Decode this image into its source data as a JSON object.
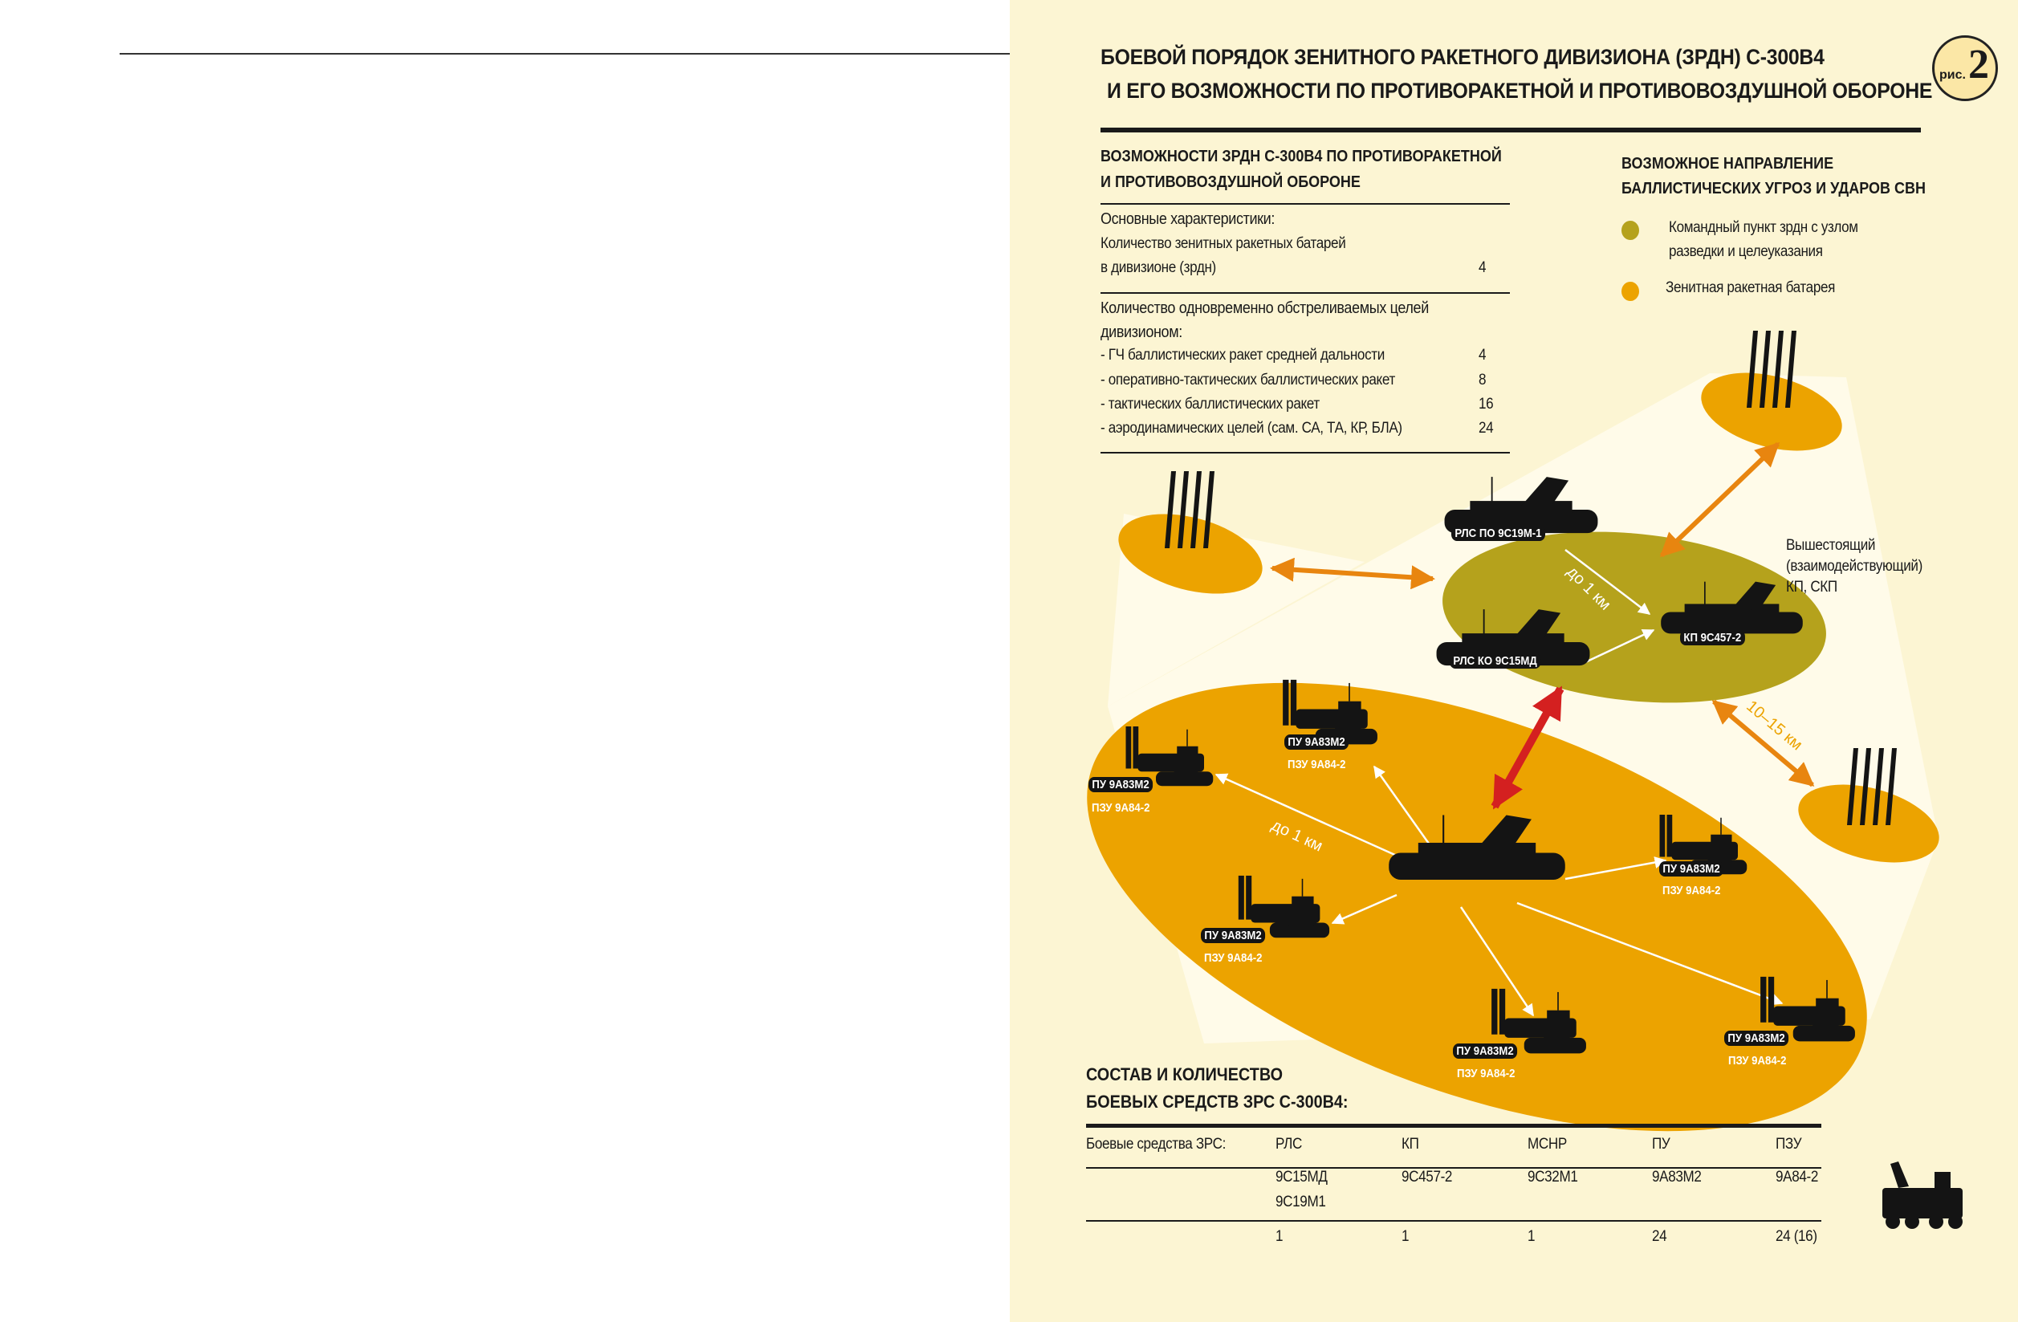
{
  "header": {
    "title_line1": "Боевой порядок зенитного ракетного дивизиона (зрдн) С-300В4",
    "title_line2": "и его возможности по противоракетной и противовоздушной обороне",
    "badge_prefix": "рис.",
    "badge_number": "2"
  },
  "capabilities": {
    "heading_line1": "Возможности зрдн С-300В4 по противоракетной",
    "heading_line2": "и противовоздушной обороне",
    "main_label": "Основные характеристики:",
    "batteries_line1": "Количество зенитных ракетных батарей",
    "batteries_line2": "в дивизионе (зрдн)",
    "batteries_value": "4",
    "targets_line1": "Количество одновременно обстреливаемых целей",
    "targets_line2": "дивизионом:",
    "targets": [
      {
        "label": "- ГЧ баллистических ракет средней дальности",
        "value": "4"
      },
      {
        "label": "- оперативно-тактических баллистических ракет",
        "value": "8"
      },
      {
        "label": "- тактических баллистических  ракет",
        "value": "16"
      },
      {
        "label": "- аэродинамических целей (сам. СА, ТА, КР, БЛА)",
        "value": "24"
      }
    ]
  },
  "legend": {
    "heading_line1": "Возможное направление",
    "heading_line2": "баллистических угроз и ударов СВН",
    "items": [
      {
        "label_line1": "Командный пункт зрдн с узлом",
        "label_line2": "разведки и целеуказания",
        "color": "#b5a21c"
      },
      {
        "label_line1": "Зенитная ракетная батарея",
        "label_line2": "",
        "color": "#eca300"
      }
    ]
  },
  "diagram": {
    "radar_po": "РЛС ПО 9С19М-1",
    "radar_ko": "РЛС КО 9С15МД",
    "cp": "КП 9С457-2",
    "higher_cp": [
      "Вышестоящий",
      "(взаимодействующий)",
      "КП, СКП"
    ],
    "dist_cp": "до 1 км",
    "dist_batt": "10–15 км",
    "dist_launch": "до 1 км",
    "pu": "ПУ 9А83М2",
    "pzu": "ПЗУ 9А84-2"
  },
  "composition": {
    "heading_line1": "Состав и количество",
    "heading_line2": "боевых средств ЗРС С-300В4:",
    "row_label": "Боевые средства ЗРС:",
    "columns": [
      {
        "type": "РЛС",
        "models": [
          "9С15МД",
          "9С19М1"
        ],
        "count": "1"
      },
      {
        "type": "КП",
        "models": [
          "9С457-2"
        ],
        "count": "1"
      },
      {
        "type": "МСНР",
        "models": [
          "9С32М1"
        ],
        "count": "1"
      },
      {
        "type": "ПУ",
        "models": [
          "9А83М2"
        ],
        "count": "24"
      },
      {
        "type": "ПЗУ",
        "models": [
          "9А84-2"
        ],
        "count": "24 (16)"
      }
    ]
  },
  "colors": {
    "background": "#fcf5d3",
    "orange": "#eca300",
    "olive": "#b5a21c",
    "arrow_orange": "#e8850f",
    "arrow_red": "#d42020"
  }
}
